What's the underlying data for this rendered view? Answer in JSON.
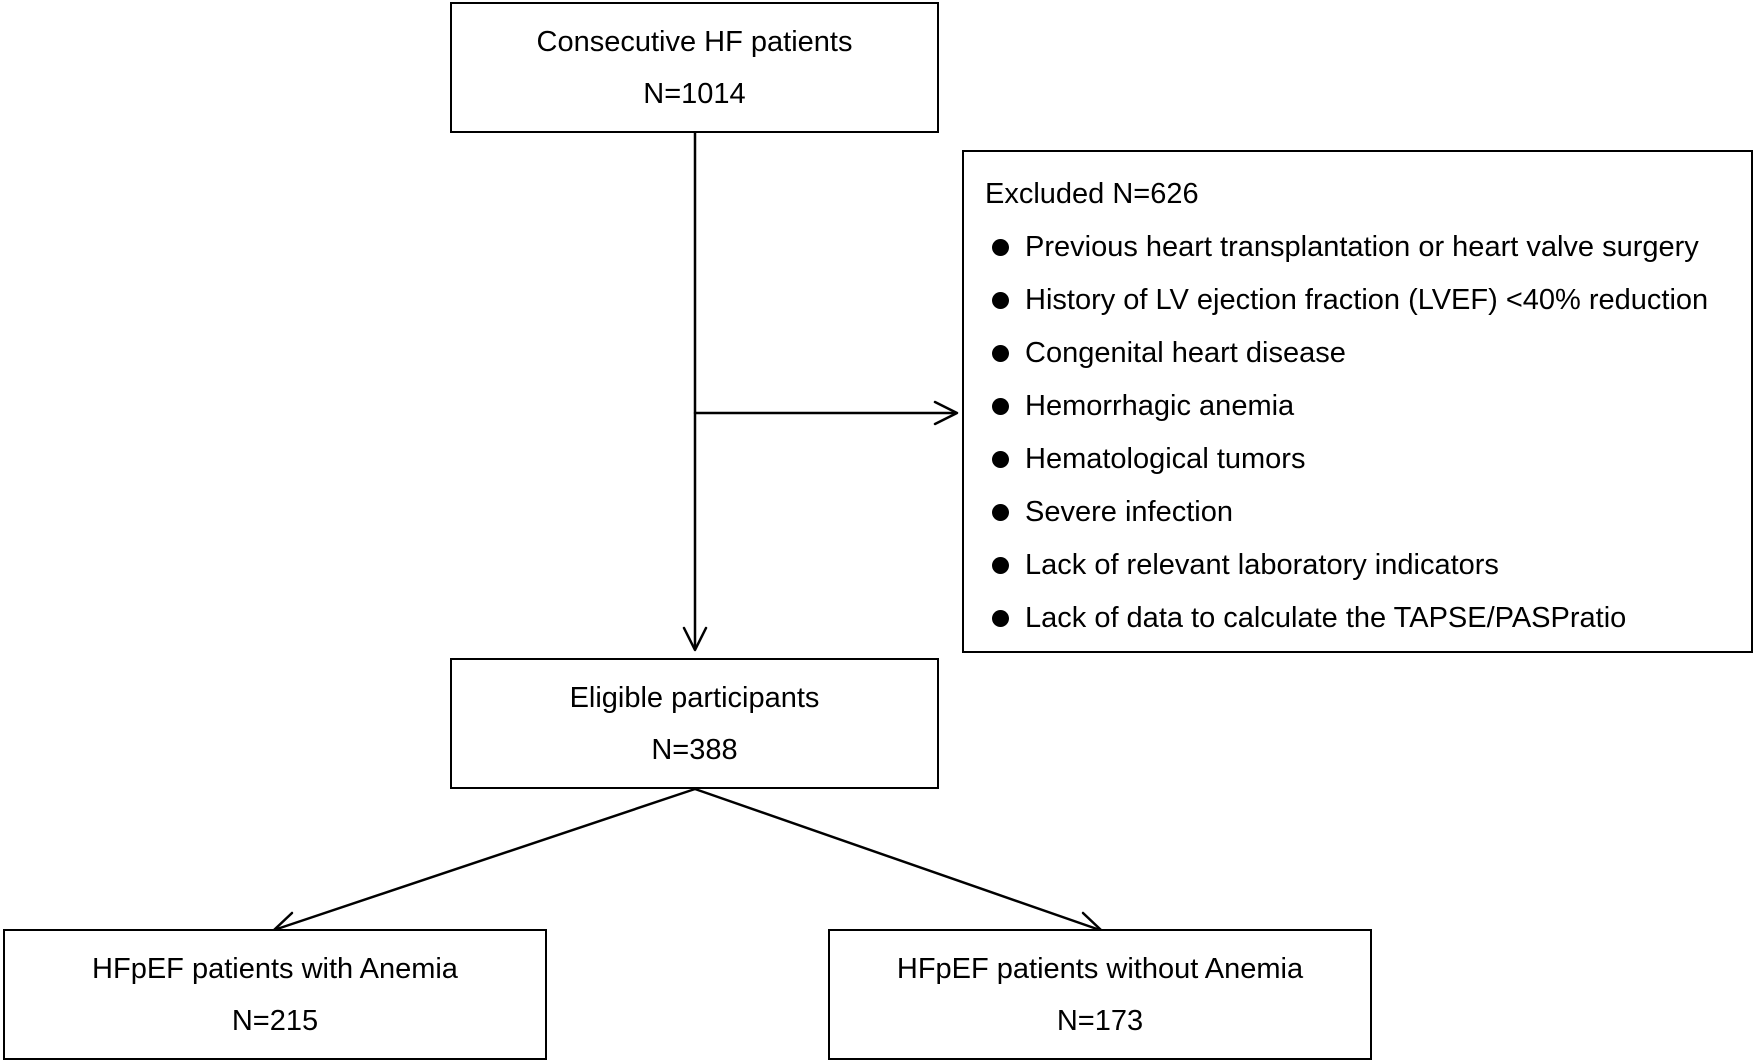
{
  "top_box": {
    "title": "Consecutive HF patients",
    "count": "N=1014"
  },
  "excluded": {
    "title": "Excluded N=626",
    "items": [
      "Previous heart transplantation or heart valve surgery",
      "History of LV ejection fraction (LVEF) <40% reduction",
      "Congenital heart disease",
      "Hemorrhagic anemia",
      "Hematological tumors",
      "Severe infection",
      "Lack of relevant laboratory indicators",
      "Lack of data to calculate the TAPSE/PASPratio"
    ]
  },
  "eligible_box": {
    "title": "Eligible participants",
    "count": "N=388"
  },
  "anemia_box": {
    "title": "HFpEF patients with Anemia",
    "count": "N=215"
  },
  "no_anemia_box": {
    "title": "HFpEF patients without Anemia",
    "count": "N=173"
  }
}
